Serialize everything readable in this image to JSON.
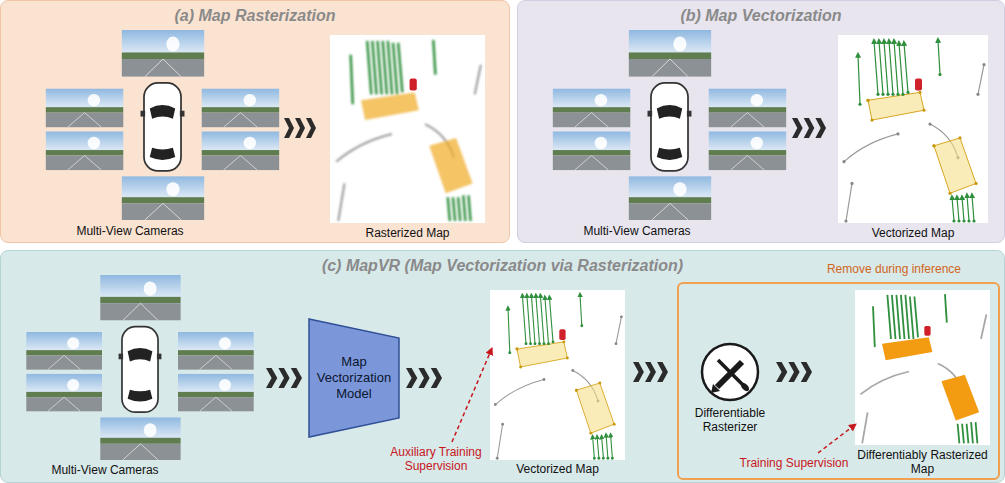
{
  "diagram": {
    "nodes": [
      {
        "text": [
          "(a) Map Rasterization"
        ]
      },
      {
        "text": [
          "Multi-View Cameras"
        ],
        "in": 0
      },
      {
        "text": [
          "Rasterized Map"
        ],
        "in": 0
      },
      {
        "text": [
          "(b) Map Vectorization"
        ]
      },
      {
        "text": [
          "Multi-View Cameras"
        ],
        "in": 3
      },
      {
        "text": [
          "Vectorized Map"
        ],
        "in": 3
      },
      {
        "text": [
          "(c) MapVR (Map Vectorization via Rasterization)"
        ]
      },
      {
        "text": [
          "Multi-View Cameras"
        ],
        "in": 6
      },
      {
        "text": [
          "Map Vectorization Model"
        ],
        "in": 6
      },
      {
        "text": [
          "Vectorized Map"
        ],
        "in": 6
      },
      {
        "text": [
          "Remove during inference"
        ],
        "in": 6
      },
      {
        "text": [
          "Differentiable Rasterizer"
        ],
        "in": 10
      },
      {
        "text": [
          "Differentiably Rasterized Map"
        ],
        "in": 10
      }
    ],
    "edges": [
      {
        "from": 1,
        "to": 2,
        "arrow": "to"
      },
      {
        "from": 4,
        "to": 5,
        "arrow": "to"
      },
      {
        "from": 7,
        "to": 8,
        "arrow": "to"
      },
      {
        "from": 8,
        "to": 9,
        "arrow": "to"
      },
      {
        "from": 9,
        "to": 11,
        "arrow": "to"
      },
      {
        "from": 11,
        "to": 12,
        "arrow": "to"
      }
    ],
    "labels": [
      "Auxiliary Training Supervision",
      "Training Supervision"
    ]
  }
}
